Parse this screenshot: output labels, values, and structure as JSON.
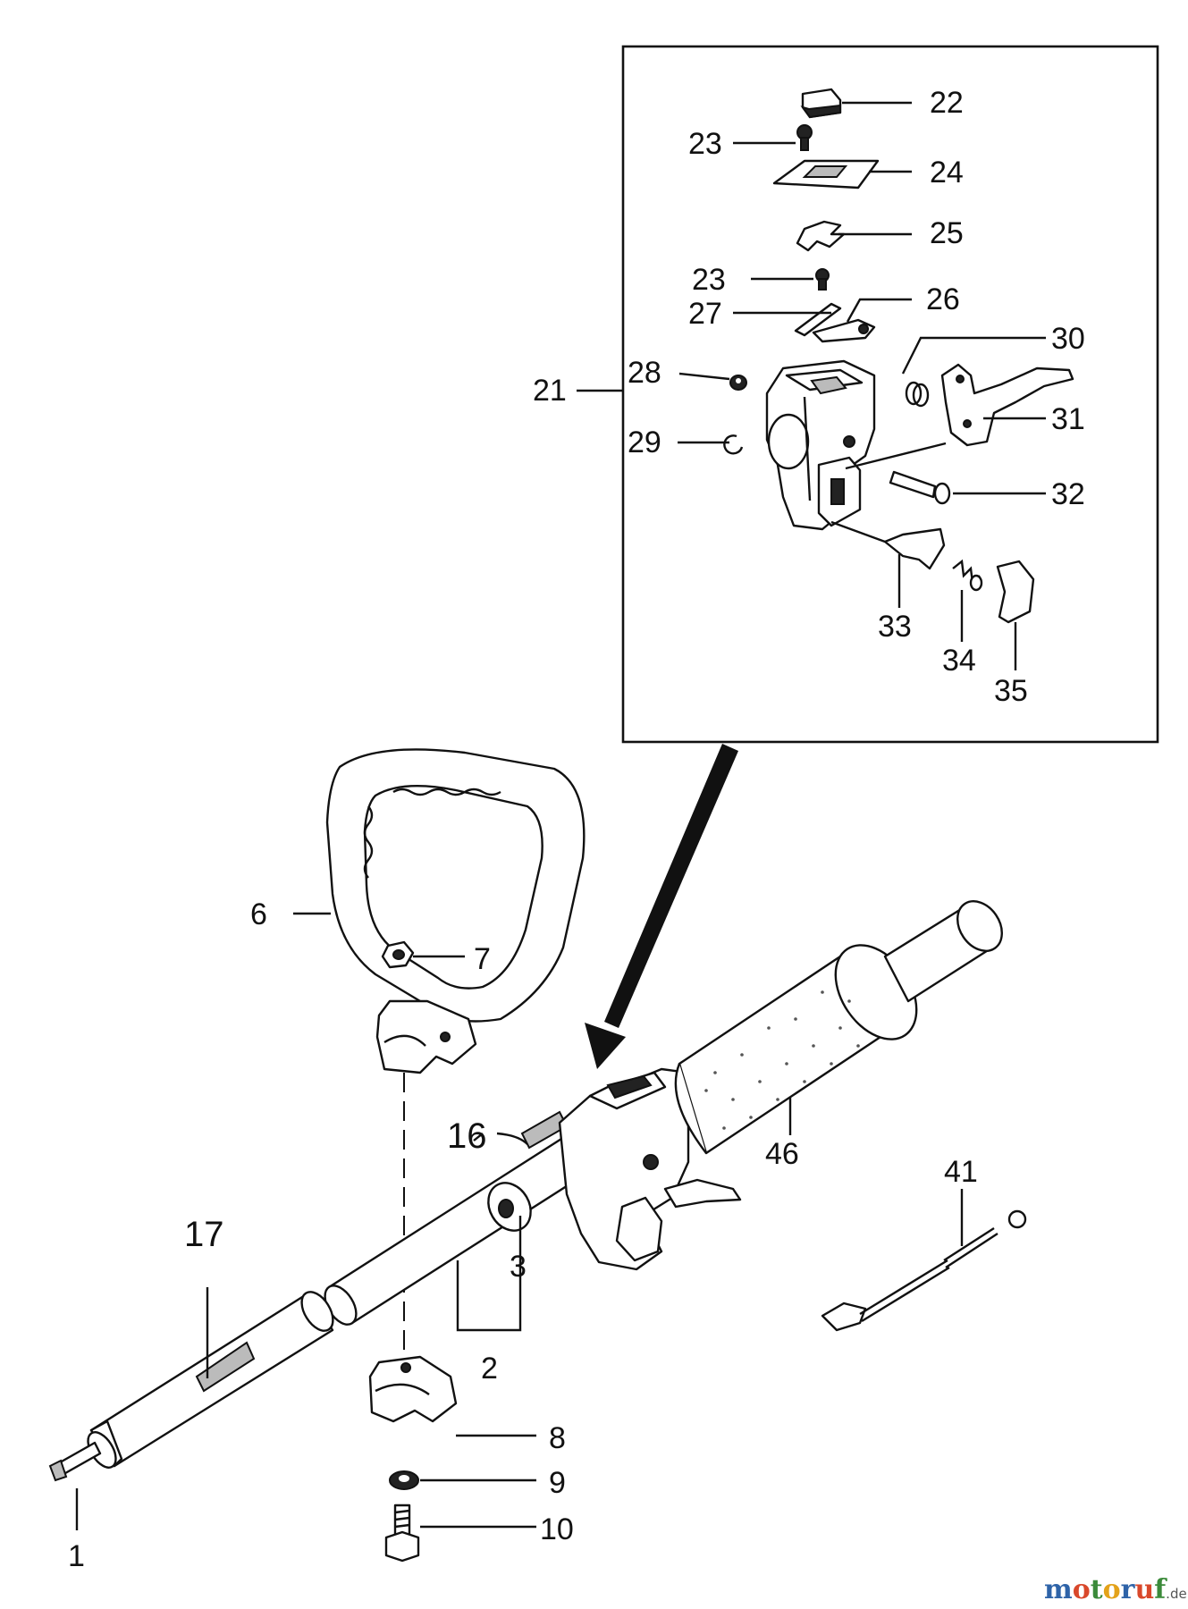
{
  "diagram": {
    "labels": {
      "p1": "1",
      "p2": "2",
      "p3": "3",
      "p6": "6",
      "p7": "7",
      "p8": "8",
      "p9": "9",
      "p10": "10",
      "p16": "16",
      "p17": "17",
      "p21": "21",
      "p22": "22",
      "p23a": "23",
      "p23b": "23",
      "p24": "24",
      "p25": "25",
      "p26": "26",
      "p27": "27",
      "p28": "28",
      "p29": "29",
      "p30": "30",
      "p31": "31",
      "p32": "32",
      "p33": "33",
      "p34": "34",
      "p35": "35",
      "p41": "41",
      "p46": "46"
    }
  },
  "watermark": {
    "brand": "motoruf",
    "suffix": ".de",
    "colors": {
      "m": "#2e63a8",
      "o1": "#d9482b",
      "t": "#3b8a3a",
      "o2": "#e3a21a",
      "r": "#2e63a8",
      "u": "#d9482b",
      "f": "#3b8a3a"
    }
  }
}
